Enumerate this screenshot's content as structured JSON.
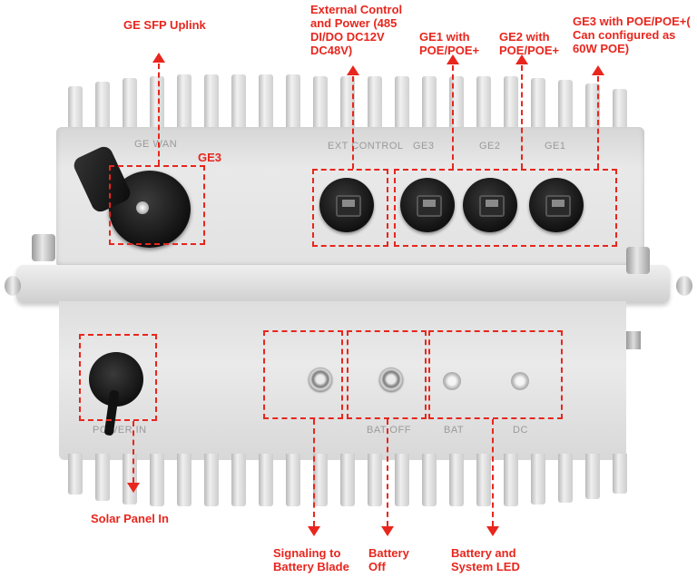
{
  "labels": {
    "ge_sfp": "GE SFP Uplink",
    "ext_control": [
      "External  Control",
      "and Power (485",
      "DI/DO DC12V",
      "DC48V)"
    ],
    "ge1": [
      "GE1 with",
      "POE/POE+"
    ],
    "ge2": [
      "GE2 with",
      "POE/POE+"
    ],
    "ge3_poe": [
      "GE3 with POE/POE+(",
      "Can configured as",
      "60W POE)"
    ],
    "ge3": "GE3",
    "solar": "Solar Panel In",
    "signaling": [
      "Signaling to",
      "Battery Blade"
    ],
    "battery_off": [
      "Battery",
      "Off"
    ],
    "battery_led": [
      "Battery and",
      "System LED"
    ]
  },
  "silkscreen": {
    "ge_wan": "GE WAN",
    "ext_control": "EXT CONTROL",
    "ge3": "GE3",
    "ge2": "GE2",
    "ge1": "GE1",
    "power_in": "POWER IN",
    "bat_off": "BAT OFF",
    "bat": "BAT",
    "dc": "DC"
  },
  "colors": {
    "annotation": "#e8261d",
    "housing": "#dcdcdc"
  }
}
